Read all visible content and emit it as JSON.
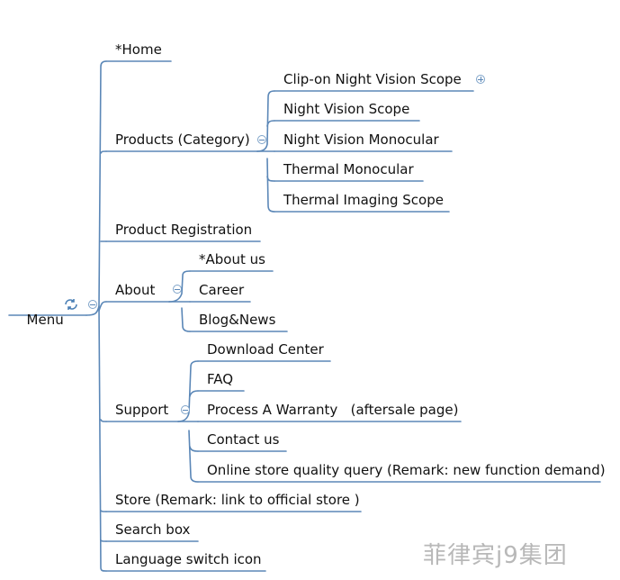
{
  "root": {
    "label": "Menu"
  },
  "level1": [
    {
      "label": "*Home"
    },
    {
      "label": "Products (Category)",
      "children": [
        {
          "label": "Clip-on Night Vision Scope"
        },
        {
          "label": "Night Vision Scope"
        },
        {
          "label": "Night Vision Monocular"
        },
        {
          "label": "Thermal Monocular"
        },
        {
          "label": "Thermal Imaging Scope"
        }
      ]
    },
    {
      "label": "Product Registration"
    },
    {
      "label": "About",
      "children": [
        {
          "label": "*About us"
        },
        {
          "label": "Career"
        },
        {
          "label": "Blog&News"
        }
      ]
    },
    {
      "label": "Support",
      "children": [
        {
          "label": "Download Center"
        },
        {
          "label": "FAQ"
        },
        {
          "label": "Process A Warranty   (aftersale page)"
        },
        {
          "label": "Contact us"
        },
        {
          "label": "Online store quality query (Remark: new function demand)"
        }
      ]
    },
    {
      "label": "Store (Remark: link to official store )"
    },
    {
      "label": "Search box"
    },
    {
      "label": "Language switch icon"
    }
  ],
  "watermark": "菲律宾j9集团",
  "colors": {
    "line": "#5b87b7",
    "text": "#111111"
  }
}
